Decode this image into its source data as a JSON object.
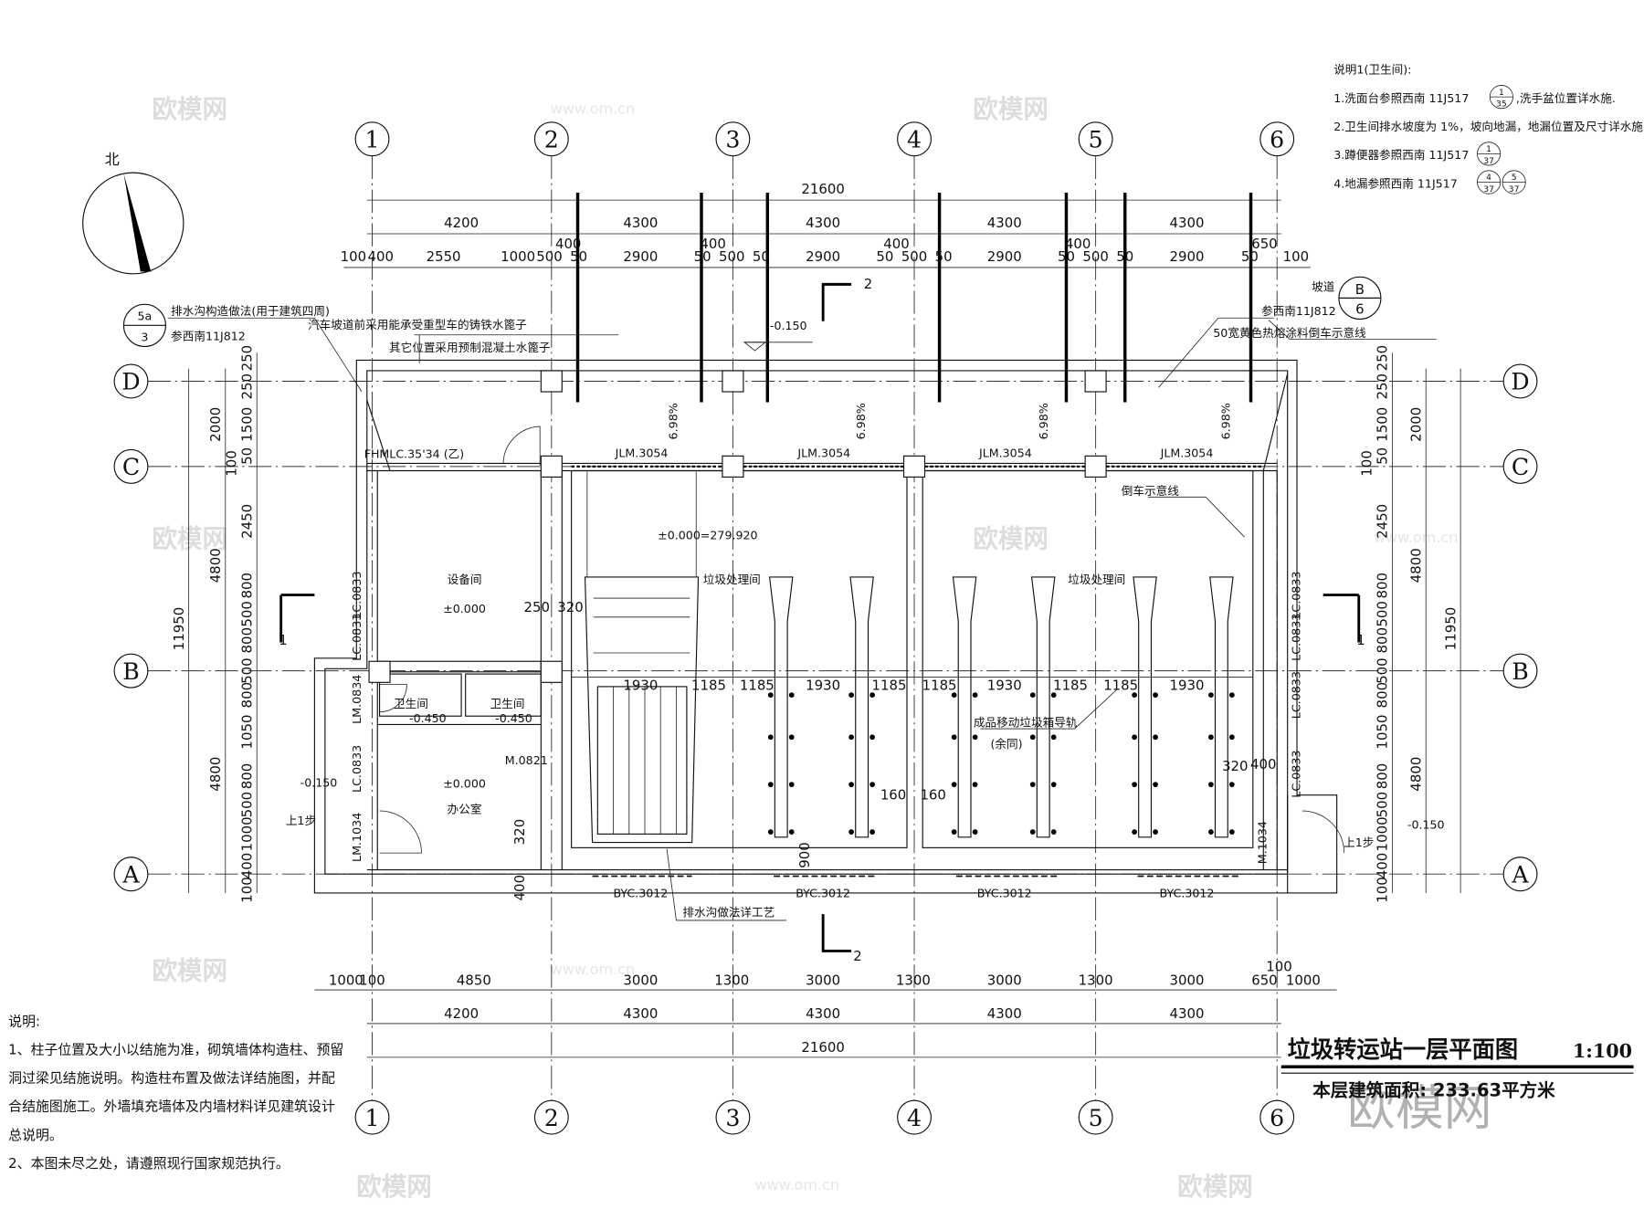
{
  "axes": {
    "columns": [
      "1",
      "2",
      "3",
      "4",
      "5",
      "6"
    ],
    "rows": [
      "D",
      "C",
      "B",
      "A"
    ]
  },
  "north": {
    "label": "北"
  },
  "dims": {
    "top_total": "21600",
    "top_bays": [
      "4200",
      "4300",
      "4300",
      "4300",
      "4300"
    ],
    "top_detail": [
      "100",
      "400",
      "2550",
      "1000",
      "500",
      "400",
      "50",
      "2900",
      "50",
      "400",
      "500",
      "50",
      "2900",
      "50",
      "400",
      "500",
      "50",
      "2900",
      "50",
      "400",
      "500",
      "50",
      "2900",
      "50",
      "650",
      "100"
    ],
    "bottom_detail": [
      "1000",
      "100",
      "4850",
      "3000",
      "1300",
      "3000",
      "1300",
      "3000",
      "1300",
      "3000",
      "650",
      "100",
      "1000"
    ],
    "bottom_bays": [
      "4200",
      "4300",
      "4300",
      "4300",
      "4300"
    ],
    "bottom_total": "21600",
    "side_total": "11950",
    "side_mid": [
      "2000",
      "4800",
      "4800"
    ],
    "side_detail": [
      "250",
      "250",
      "1500",
      "50",
      "100",
      "2450",
      "800",
      "500",
      "800",
      "500",
      "800",
      "1050",
      "800",
      "500",
      "1000",
      "400",
      "100"
    ],
    "hall_widths": [
      "1930",
      "1185",
      "1185",
      "1930",
      "1185",
      "1185",
      "1930",
      "1185",
      "1185",
      "1930"
    ],
    "misc": [
      "250",
      "320",
      "160",
      "160",
      "320",
      "400",
      "320",
      "400",
      "900"
    ]
  },
  "labels": {
    "drain_detail_ref": {
      "num": "5a",
      "sheet": "3",
      "title": "排水沟构造做法(用于建筑四周)",
      "ref": "参西南11J812"
    },
    "grate_note_1": "汽车坡道前采用能承受重型车的铸铁水篦子",
    "grate_note_2": "其它位置采用预制混凝土水篦子",
    "ramp_ref": {
      "title": "坡道",
      "num": "B",
      "sheet": "6",
      "ref": "参西南11J812"
    },
    "reverse_line_note": "50宽黄色热熔涂料倒车示意线",
    "section_2": "2",
    "section_1": "1",
    "elev_ramp": "-0.150",
    "elev_left": "-0.150",
    "elev_right": "-0.150",
    "slope": "6.98%",
    "fire_door": "FHMLC.35'34 (乙)",
    "roller_door": "JLM.3054",
    "reverse_line": "倒车示意线",
    "datum": "±0.000=279.920",
    "equipment_room": "设备间",
    "equipment_elev": "±0.000",
    "processing_room": "垃圾处理间",
    "toilet": "卫生间",
    "toilet_elev": "-0.450",
    "rail_note": "成品移动垃圾箱导轨",
    "rail_note_2": "(余同)",
    "door_m0821": "M.0821",
    "office_elev": "±0.000",
    "office": "办公室",
    "step_up": "上1步",
    "lm1034": "LM.1034",
    "m1034": "M.1034",
    "lc0833": "LC.0833",
    "lm0834": "LM.0834",
    "louver_window": "BYC.3012",
    "drain_note": "排水沟做法详工艺"
  },
  "toilet_notes": {
    "heading": "说明1(卫生间):",
    "items": [
      {
        "text": "1.洗面台参照西南 11J517",
        "refs": [
          {
            "num": "1",
            "sheet": "35"
          }
        ],
        "suffix": ",洗手盆位置详水施."
      },
      {
        "text": "2.卫生间排水坡度为 1%，坡向地漏，地漏位置及尺寸详水施.",
        "refs": [],
        "suffix": ""
      },
      {
        "text": "3.蹲便器参照西南 11J517",
        "refs": [
          {
            "num": "1",
            "sheet": "37"
          }
        ],
        "suffix": ""
      },
      {
        "text": "4.地漏参照西南 11J517",
        "refs": [
          {
            "num": "4",
            "sheet": "37"
          },
          {
            "num": "5",
            "sheet": "37"
          }
        ],
        "suffix": ""
      }
    ]
  },
  "general_notes": {
    "heading": "说明:",
    "lines": [
      "1、柱子位置及大小以结施为准，砌筑墙体构造柱、预留",
      "洞过梁见结施说明。构造柱布置及做法详结施图，并配",
      "合结施图施工。外墙填充墙体及内墙材料详见建筑设计",
      "总说明。",
      "2、本图未尽之处，请遵照现行国家规范执行。"
    ]
  },
  "title_block": {
    "title": "垃圾转运站一层平面图",
    "scale": "1:100",
    "area": "本层建筑面积: 233.63平方米"
  },
  "watermark": {
    "logo": "欧模网",
    "url": "www.om.cn"
  }
}
